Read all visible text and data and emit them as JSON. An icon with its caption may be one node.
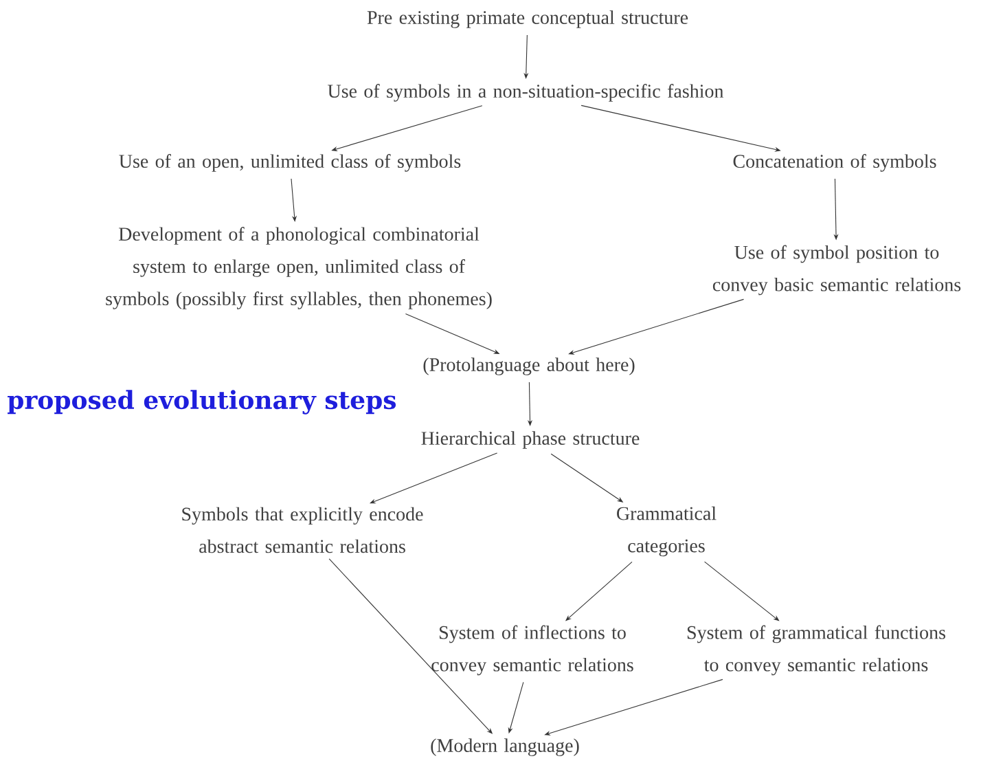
{
  "diagram": {
    "nodes": [
      {
        "text": [
          "Pre existing primate conceptual structure"
        ]
      },
      {
        "text": [
          "Use of symbols in a non-situation-specific fashion"
        ]
      },
      {
        "text": [
          "Use of an open, unlimited class of symbols"
        ]
      },
      {
        "text": [
          "Concatenation of symbols"
        ]
      },
      {
        "text": [
          "Development of a phonological combinatorial system to enlarge open, unlimited class of symbols (possibly first syllables, then phonemes)"
        ]
      },
      {
        "text": [
          "Use of symbol position to convey basic semantic relations"
        ]
      },
      {
        "text": [
          "(Protolanguage about here)"
        ]
      },
      {
        "text": [
          "Hierarchical phase structure"
        ]
      },
      {
        "text": [
          "Symbols that explicitly encode abstract semantic relations"
        ]
      },
      {
        "text": [
          "Grammatical categories"
        ]
      },
      {
        "text": [
          "System of inflections to convey semantic relations"
        ]
      },
      {
        "text": [
          "System of grammatical functions to convey semantic relations"
        ]
      },
      {
        "text": [
          "(Modern language)"
        ]
      }
    ],
    "edges": [
      {
        "from": 0,
        "to": 1,
        "arrow": "to"
      },
      {
        "from": 1,
        "to": 2,
        "arrow": "to"
      },
      {
        "from": 1,
        "to": 3,
        "arrow": "to"
      },
      {
        "from": 2,
        "to": 4,
        "arrow": "to"
      },
      {
        "from": 3,
        "to": 5,
        "arrow": "to"
      },
      {
        "from": 4,
        "to": 6,
        "arrow": "to"
      },
      {
        "from": 5,
        "to": 6,
        "arrow": "to"
      },
      {
        "from": 6,
        "to": 7,
        "arrow": "to"
      },
      {
        "from": 7,
        "to": 8,
        "arrow": "to"
      },
      {
        "from": 7,
        "to": 9,
        "arrow": "to"
      },
      {
        "from": 9,
        "to": 10,
        "arrow": "to"
      },
      {
        "from": 9,
        "to": 11,
        "arrow": "to"
      },
      {
        "from": 8,
        "to": 12,
        "arrow": "to"
      },
      {
        "from": 10,
        "to": 12,
        "arrow": "to"
      },
      {
        "from": 11,
        "to": 12,
        "arrow": "to"
      }
    ],
    "labels": [
      "proposed evolutionary steps"
    ]
  }
}
